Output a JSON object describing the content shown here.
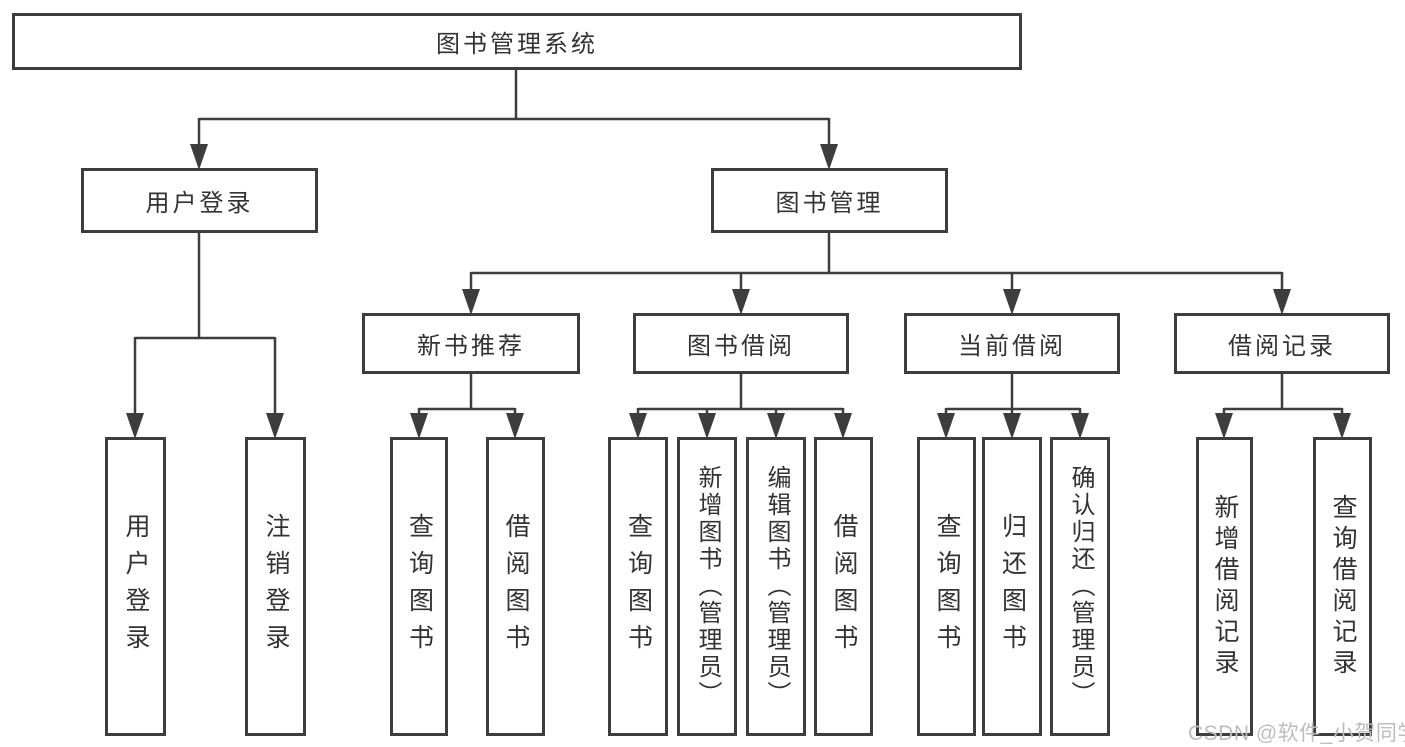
{
  "diagram_title": "图书管理系统",
  "nodes": {
    "root": "图书管理系统",
    "user_login_group": "用户登录",
    "book_mgmt_group": "图书管理",
    "new_book_rec": "新书推荐",
    "book_borrowing": "图书借阅",
    "current_borrowing": "当前借阅",
    "borrowing_records": "借阅记录",
    "leaf_user_login": "用户登录",
    "leaf_logout": "注销登录",
    "leaf_nbr_query_books": "查询图书",
    "leaf_nbr_borrow_books": "借阅图书",
    "leaf_bb_query_books": "查询图书",
    "leaf_bb_add_books_admin": "新增图书（管理员）",
    "leaf_bb_edit_books_admin": "编辑图书（管理员）",
    "leaf_bb_borrow_books": "借阅图书",
    "leaf_cb_query_books": "查询图书",
    "leaf_cb_return_books": "归还图书",
    "leaf_cb_confirm_return_admin": "确认归还（管理员）",
    "leaf_br_add_record": "新增借阅记录",
    "leaf_br_query_record": "查询借阅记录"
  },
  "watermark": "CSDN @软件_小贺同学",
  "colors": {
    "line": "#3d3d3d",
    "text": "#333333",
    "background": "#ffffff",
    "watermark": "#bdbdbd"
  }
}
